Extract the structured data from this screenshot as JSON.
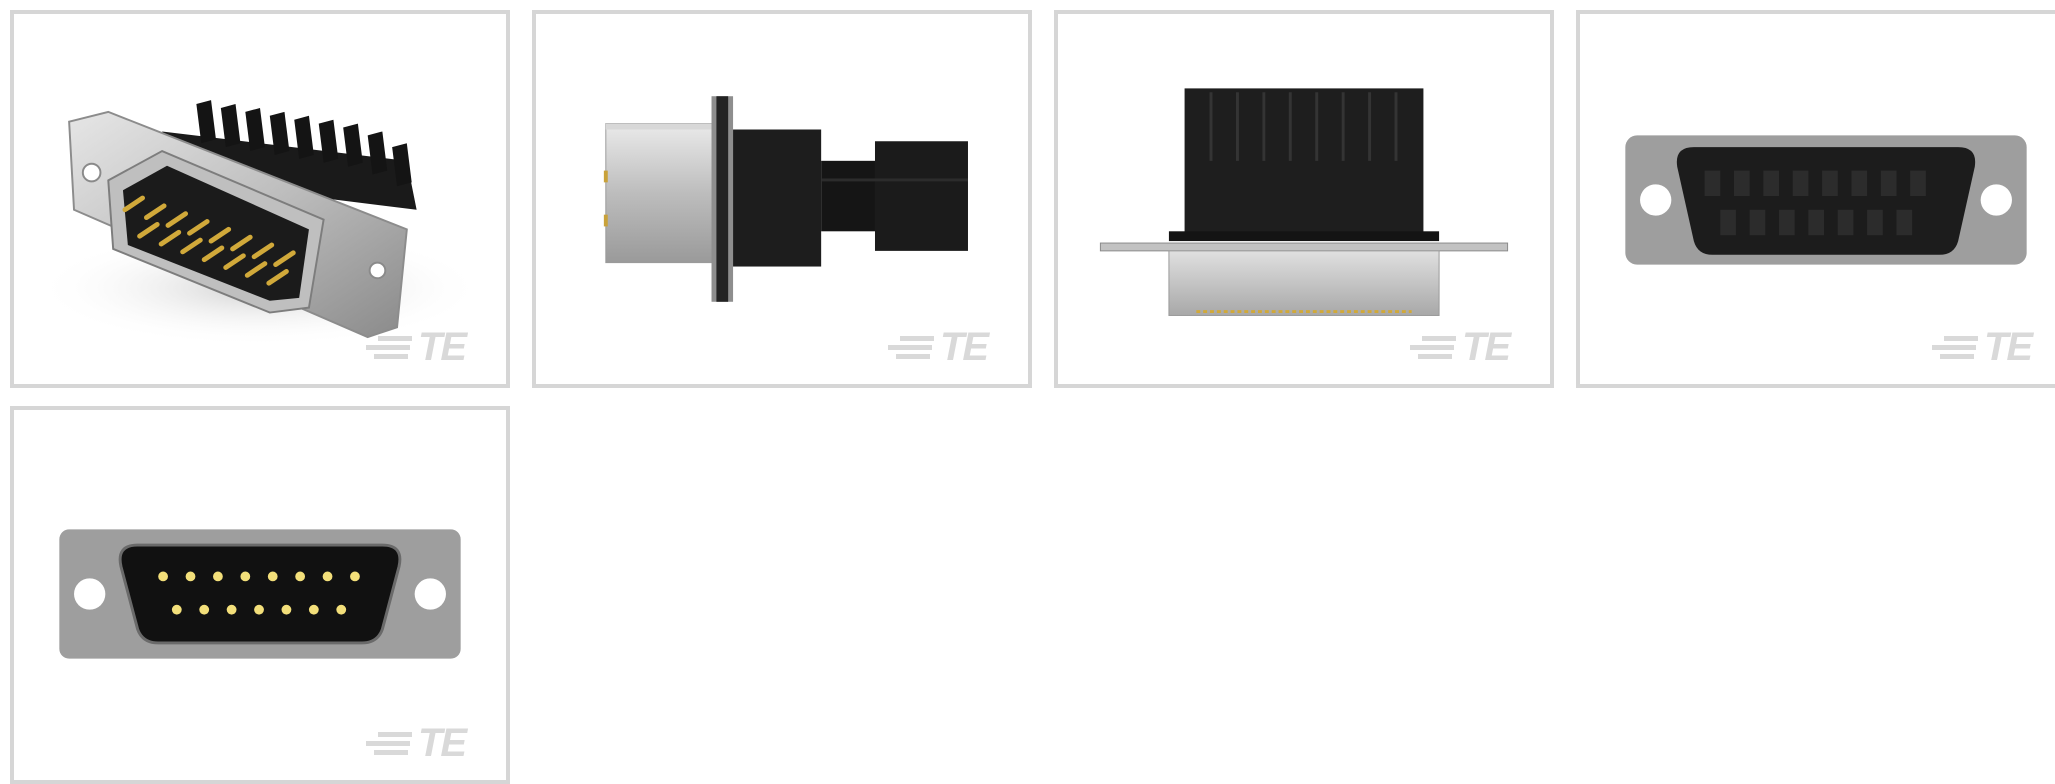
{
  "gallery": {
    "watermark": "TE",
    "tiles": [
      {
        "view": "isometric"
      },
      {
        "view": "side"
      },
      {
        "view": "top"
      },
      {
        "view": "rear"
      },
      {
        "view": "front"
      }
    ]
  },
  "colors": {
    "border": "#d6d6d6",
    "metal_shell": "#a0a0a0",
    "insulator": "#1c1c1c",
    "pin_gold": "#d4b046",
    "watermark": "#d9d9d9"
  }
}
